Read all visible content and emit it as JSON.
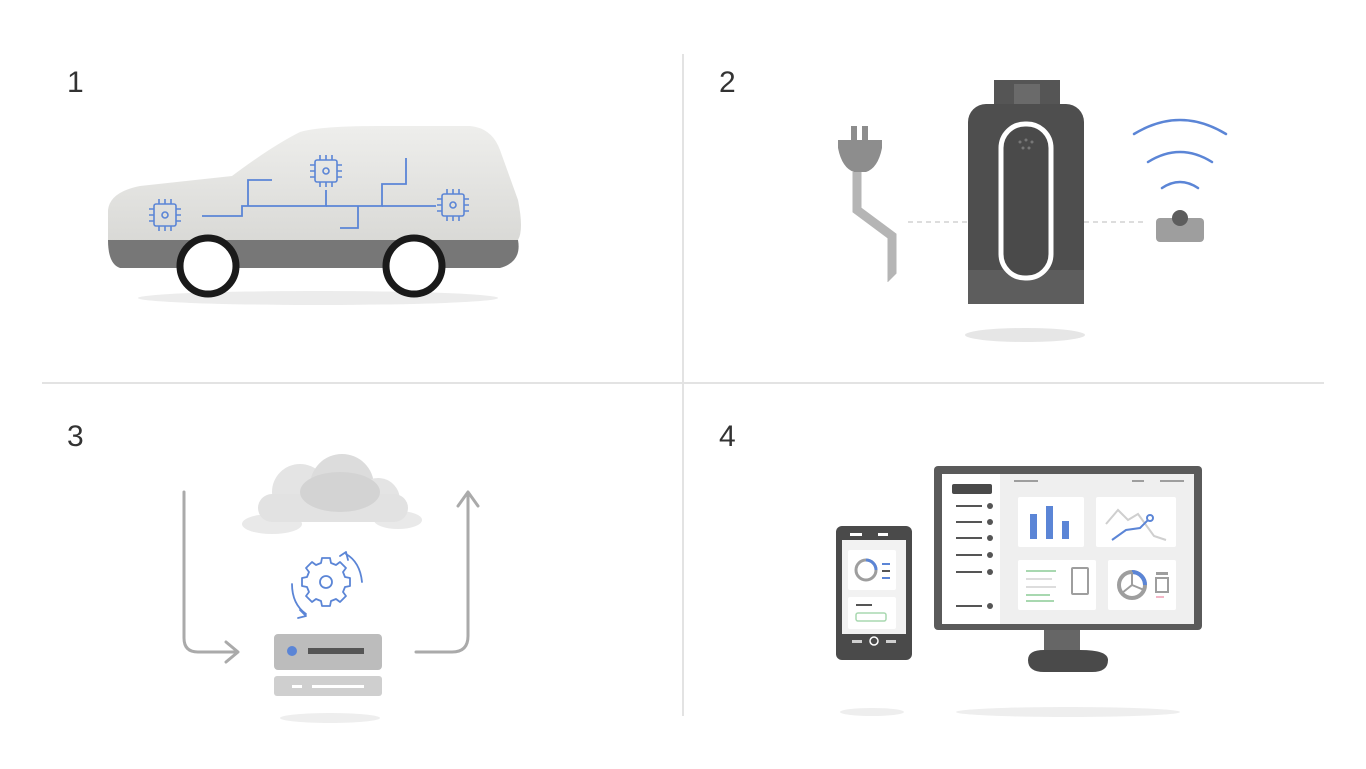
{
  "steps": [
    {
      "number": "1",
      "illustration": "car-with-circuit-chips-icon"
    },
    {
      "number": "2",
      "illustration": "obd-dongle-with-plug-and-wireless-icon"
    },
    {
      "number": "3",
      "illustration": "cloud-sync-server-icon"
    },
    {
      "number": "4",
      "illustration": "dashboard-phone-and-monitor-icon"
    }
  ],
  "colors": {
    "accent_blue": "#5b85d6",
    "gray_dark": "#4a4a4a",
    "gray_mid": "#9e9e9e",
    "gray_light": "#e6e6e6",
    "divider": "#e3e3e3",
    "accent_green": "#a8d8b0",
    "accent_pink": "#f3b6c6"
  }
}
